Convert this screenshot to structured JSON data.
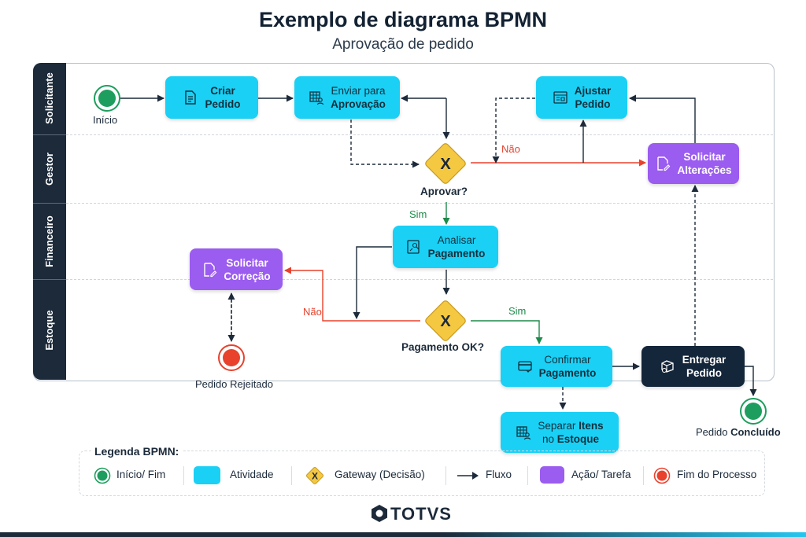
{
  "header": {
    "title": "Exemplo de diagrama BPMN",
    "subtitle": "Aprovação de pedido"
  },
  "lanes": [
    "Solicitante",
    "Gestor",
    "Financeiro",
    "Estoque"
  ],
  "tasks": {
    "criar": {
      "line1": "Criar",
      "line2": "Pedido"
    },
    "enviar": {
      "line1": "Enviar para",
      "line2": "Aprovação"
    },
    "ajustar": {
      "line1": "Ajustar",
      "line2": "Pedido"
    },
    "solicitar_alteracoes": {
      "line1": "Solicitar",
      "line2": "Alterações"
    },
    "analisar": {
      "line1": "Analisar",
      "line2": "Pagamento"
    },
    "solicitar_correcao": {
      "line1": "Solicitar",
      "line2": "Correção"
    },
    "confirmar": {
      "line1": "Confirmar",
      "line2": "Pagamento"
    },
    "entregar": {
      "line1": "Entregar",
      "line2": "Pedido"
    },
    "separar": {
      "line1a": "Separar ",
      "line1b": "Itens",
      "line2a": "no ",
      "line2b": "Estoque"
    }
  },
  "gateways": {
    "aprovar": {
      "symbol": "X",
      "label": "Aprovar?"
    },
    "pagamento": {
      "symbol": "X",
      "label": "Pagamento OK?"
    }
  },
  "events": {
    "inicio": "Início",
    "rejeitado": "Pedido Rejeitado",
    "concluido_a": "Pedido ",
    "concluido_b": "Concluído"
  },
  "flow_labels": {
    "nao1": "Não",
    "sim1": "Sim",
    "nao2": "Não",
    "sim2": "Sim"
  },
  "legend": {
    "title": "Legenda BPMN:",
    "start_end": "Início/ Fim",
    "activity": "Atividade",
    "gateway_symbol": "X",
    "gateway": "Gateway (Decisão)",
    "flow": "Fluxo",
    "action": "Ação/ Tarefa",
    "end": "Fim do Processo"
  },
  "brand": "TOTVS",
  "colors": {
    "activity": "#1ad0f5",
    "action": "#9b5cf0",
    "gateway": "#f5c842",
    "start": "#1e9e5e",
    "end": "#e8412c",
    "lane_bar": "#1c2a3a"
  }
}
